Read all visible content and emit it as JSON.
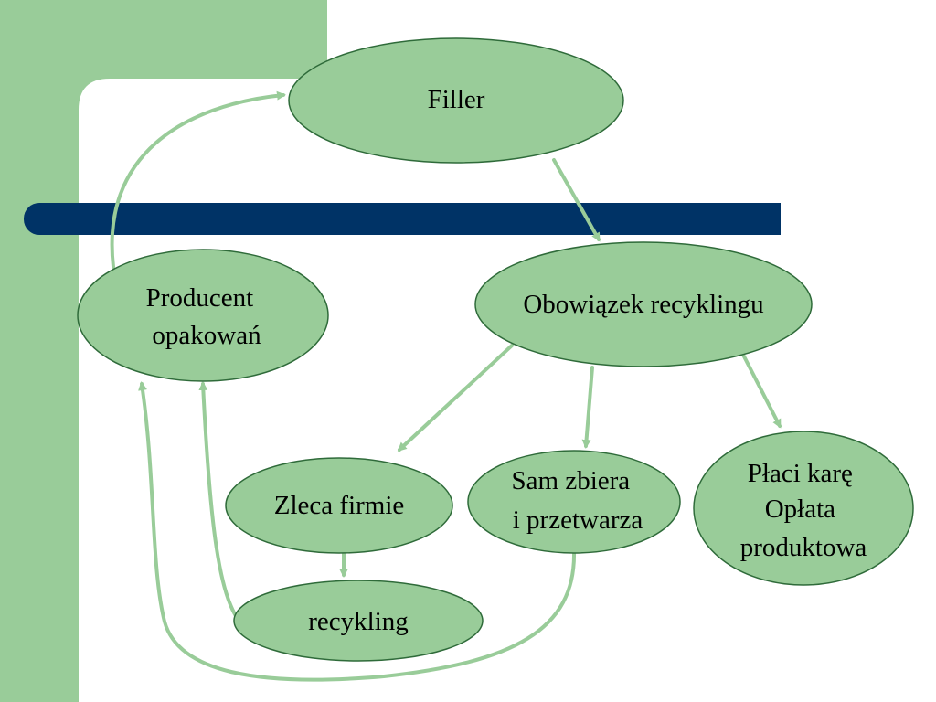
{
  "colors": {
    "accent_green": "#99CC99",
    "node_fill": "#99CC99",
    "node_stroke": "#2f6b3a",
    "bar_navy": "#003366",
    "arrow": "#99CC99"
  },
  "nodes": {
    "filler": {
      "lines": [
        "Filler"
      ]
    },
    "producent": {
      "lines": [
        "Producent",
        "opakowań"
      ]
    },
    "obowiazek": {
      "lines": [
        "Obowiązek recyklingu"
      ]
    },
    "zleca": {
      "lines": [
        "Zleca firmie"
      ]
    },
    "sam": {
      "lines": [
        "Sam zbiera",
        "i przetwarza"
      ]
    },
    "placi": {
      "lines": [
        "Płaci karę",
        "Opłata",
        "produktowa"
      ]
    },
    "recykling": {
      "lines": [
        "recykling"
      ]
    }
  },
  "edges": [
    {
      "from": "producent",
      "to": "filler"
    },
    {
      "from": "filler",
      "to": "obowiazek"
    },
    {
      "from": "obowiazek",
      "to": "zleca"
    },
    {
      "from": "obowiazek",
      "to": "sam"
    },
    {
      "from": "obowiazek",
      "to": "placi"
    },
    {
      "from": "zleca",
      "to": "recykling"
    },
    {
      "from": "recykling",
      "to": "producent"
    },
    {
      "from": "sam",
      "to": "producent"
    }
  ]
}
